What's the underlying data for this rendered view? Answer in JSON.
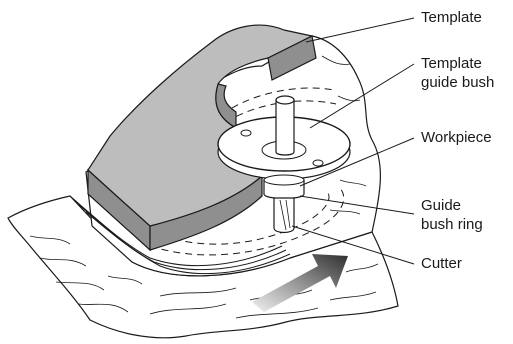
{
  "labels": {
    "template": "Template",
    "guide_bush": "Template\nguide bush",
    "workpiece": "Workpiece",
    "bush_ring": "Guide\nbush ring",
    "cutter": "Cutter"
  },
  "colors": {
    "template_top": "#bdbdbd",
    "template_side": "#8f8f8f",
    "line": "#1a1a1a",
    "arrow_dark": "#333333",
    "arrow_light": "#f2f2f2"
  }
}
